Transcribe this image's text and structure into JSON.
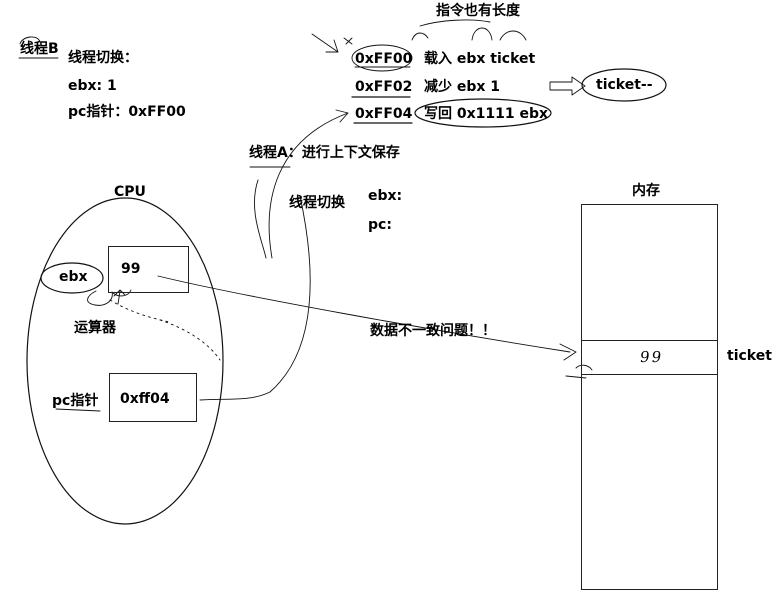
{
  "thread_b": {
    "title": "线程B",
    "switch_label": "线程切换：",
    "ebx_line": "ebx: 1",
    "pc_line": "pc指针：0xFF00"
  },
  "instructions": {
    "note": "指令也有长度",
    "rows": [
      {
        "addr": "0xFF00",
        "op": "载入 ebx ticket"
      },
      {
        "addr": "0xFF02",
        "op": "减少  ebx  1"
      },
      {
        "addr": "0xFF04",
        "op": "写回  0x1111 ebx"
      }
    ],
    "result": "ticket--"
  },
  "thread_a": {
    "title": "线程A：进行上下文保存",
    "switch_label": "线程切换",
    "ebx_label": "ebx:",
    "pc_label": "pc:"
  },
  "cpu": {
    "title": "CPU",
    "ebx_label": "ebx",
    "ebx_value": "99",
    "alu_label": "运算器",
    "pc_label": "pc指针",
    "pc_value": "0xff04"
  },
  "memory": {
    "title": "内存",
    "cell_label": "ticket",
    "cell_value": "99"
  },
  "problem": "数据不一致问题！！"
}
